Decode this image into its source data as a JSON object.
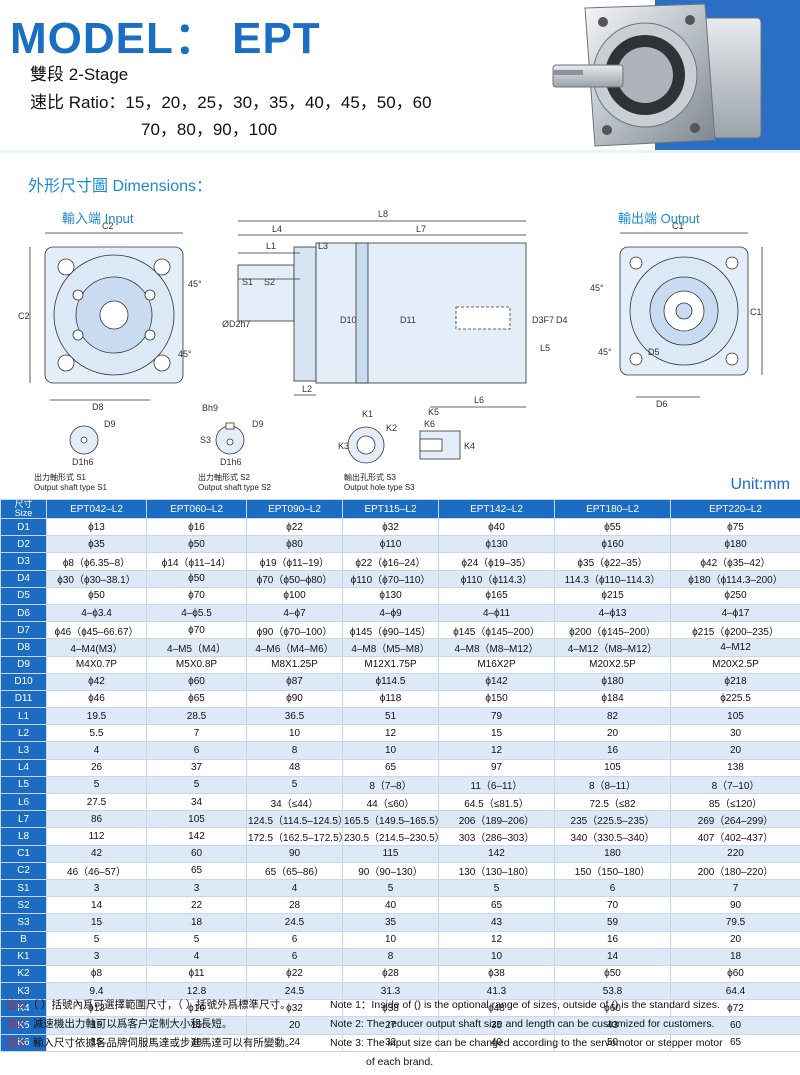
{
  "header": {
    "title": "MODEL： EPT",
    "stage": "雙段 2-Stage",
    "ratio_line1": "速比 Ratio：15，20，25，30，35，40，45，50，60",
    "ratio_line2": "70，80，90，100"
  },
  "dimensions": {
    "title": "外形尺寸圖 Dimensions：",
    "input_label": "輸入端 Input",
    "output_label": "輸出端 Output",
    "dim_labels": {
      "c2": "C2",
      "c1": "C1",
      "l8": "L8",
      "l4": "L4",
      "l7": "L7",
      "l1": "L1",
      "l3": "L3",
      "s1": "S1",
      "s2": "S2",
      "d2": "ØD2h7",
      "d10": "D10",
      "d11": "D11",
      "d3": "D3F7",
      "d4": "D4",
      "l5": "L5",
      "l2": "L2",
      "l6": "L6",
      "d8": "D8",
      "d6": "D6",
      "d5": "D5",
      "a45": "45°",
      "d9": "D9",
      "d1": "D1h6",
      "b": "Bh9",
      "s3": "S3",
      "k1": "K1",
      "k2": "K2",
      "k3": "K3",
      "k4": "K4",
      "k5": "K5",
      "k6": "K6"
    },
    "captions": {
      "s1_cn": "出力軸形式 S1",
      "s1_en": "Output shaft type S1",
      "s2_cn": "出力軸形式 S2",
      "s2_en": "Output shaft type S2",
      "s3_cn": "輸出孔形式 S3",
      "s3_en": "Output hole type S3"
    },
    "unit": "Unit:mm"
  },
  "table": {
    "size_header_cn": "尺寸",
    "size_header_en": "Size",
    "models": [
      "EPT042–L2",
      "EPT060–L2",
      "EPT090–L2",
      "EPT115–L2",
      "EPT142–L2",
      "EPT180–L2",
      "EPT220–L2"
    ],
    "rows": [
      {
        "label": "D1",
        "values": [
          "ϕ13",
          "ϕ16",
          "ϕ22",
          "ϕ32",
          "ϕ40",
          "ϕ55",
          "ϕ75"
        ]
      },
      {
        "label": "D2",
        "values": [
          "ϕ35",
          "ϕ50",
          "ϕ80",
          "ϕ110",
          "ϕ130",
          "ϕ160",
          "ϕ180"
        ]
      },
      {
        "label": "D3",
        "values": [
          "ϕ8（ϕ6.35–8）",
          "ϕ14（ϕ11–14）",
          "ϕ19（ϕ11–19）",
          "ϕ22（ϕ16–24）",
          "ϕ24（ϕ19–35）",
          "ϕ35（ϕ22–35）",
          "ϕ42（ϕ35–42）"
        ]
      },
      {
        "label": "D4",
        "values": [
          "ϕ30（ϕ30–38.1）",
          "ϕ50",
          "ϕ70（ϕ50–ϕ80）",
          "ϕ110（ϕ70–110）",
          "ϕ110（ϕ114.3）",
          "114.3（ϕ110–114.3）",
          "ϕ180（ϕ114.3–200）"
        ]
      },
      {
        "label": "D5",
        "values": [
          "ϕ50",
          "ϕ70",
          "ϕ100",
          "ϕ130",
          "ϕ165",
          "ϕ215",
          "ϕ250"
        ]
      },
      {
        "label": "D6",
        "values": [
          "4–ϕ3.4",
          "4–ϕ5.5",
          "4–ϕ7",
          "4–ϕ9",
          "4–ϕ11",
          "4–ϕ13",
          "4–ϕ17"
        ]
      },
      {
        "label": "D7",
        "values": [
          "ϕ46（ϕ45–66.67）",
          "ϕ70",
          "ϕ90（ϕ70–100）",
          "ϕ145（ϕ90–145）",
          "ϕ145（ϕ145–200）",
          "ϕ200（ϕ145–200）",
          "ϕ215（ϕ200–235）"
        ]
      },
      {
        "label": "D8",
        "values": [
          "4–M4(M3）",
          "4–M5（M4）",
          "4–M6（M4–M6）",
          "4–M8（M5–M8）",
          "4–M8（M8–M12）",
          "4–M12（M8–M12）",
          "4–M12"
        ]
      },
      {
        "label": "D9",
        "values": [
          "M4X0.7P",
          "M5X0.8P",
          "M8X1.25P",
          "M12X1.75P",
          "M16X2P",
          "M20X2.5P",
          "M20X2.5P"
        ]
      },
      {
        "label": "D10",
        "values": [
          "ϕ42",
          "ϕ60",
          "ϕ87",
          "ϕ114.5",
          "ϕ142",
          "ϕ180",
          "ϕ218"
        ]
      },
      {
        "label": "D11",
        "values": [
          "ϕ46",
          "ϕ65",
          "ϕ90",
          "ϕ118",
          "ϕ150",
          "ϕ184",
          "ϕ225.5"
        ]
      },
      {
        "label": "L1",
        "values": [
          "19.5",
          "28.5",
          "36.5",
          "51",
          "79",
          "82",
          "105"
        ]
      },
      {
        "label": "L2",
        "values": [
          "5.5",
          "7",
          "10",
          "12",
          "15",
          "20",
          "30"
        ]
      },
      {
        "label": "L3",
        "values": [
          "4",
          "6",
          "8",
          "10",
          "12",
          "16",
          "20"
        ]
      },
      {
        "label": "L4",
        "values": [
          "26",
          "37",
          "48",
          "65",
          "97",
          "105",
          "138"
        ]
      },
      {
        "label": "L5",
        "values": [
          "5",
          "5",
          "5",
          "8（7–8）",
          "11（6–11）",
          "8（8–11）",
          "8（7–10）"
        ]
      },
      {
        "label": "L6",
        "values": [
          "27.5",
          "34",
          "34（≤44）",
          "44（≤60）",
          "64.5（≤81.5）",
          "72.5（≤82",
          "85（≤120）"
        ]
      },
      {
        "label": "L7",
        "values": [
          "86",
          "105",
          "124.5（114.5–124.5）",
          "165.5（149.5–165.5）",
          "206（189–206）",
          "235（225.5–235）",
          "269（264–299）"
        ]
      },
      {
        "label": "L8",
        "values": [
          "112",
          "142",
          "172.5（162.5–172.5）",
          "230.5（214.5–230.5）",
          "303（286–303）",
          "340（330.5–340）",
          "407（402–437）"
        ]
      },
      {
        "label": "C1",
        "values": [
          "42",
          "60",
          "90",
          "115",
          "142",
          "180",
          "220"
        ]
      },
      {
        "label": "C2",
        "values": [
          "46（46–57）",
          "65",
          "65（65–86）",
          "90（90–130）",
          "130（130–180）",
          "150（150–180）",
          "200（180–220）"
        ]
      },
      {
        "label": "S1",
        "values": [
          "3",
          "3",
          "4",
          "5",
          "5",
          "6",
          "7"
        ]
      },
      {
        "label": "S2",
        "values": [
          "14",
          "22",
          "28",
          "40",
          "65",
          "70",
          "90"
        ]
      },
      {
        "label": "S3",
        "values": [
          "15",
          "18",
          "24.5",
          "35",
          "43",
          "59",
          "79.5"
        ]
      },
      {
        "label": "B",
        "values": [
          "5",
          "5",
          "6",
          "10",
          "12",
          "16",
          "20"
        ]
      },
      {
        "label": "K1",
        "values": [
          "3",
          "4",
          "6",
          "8",
          "10",
          "14",
          "18"
        ]
      },
      {
        "label": "K2",
        "values": [
          "ϕ8",
          "ϕ11",
          "ϕ22",
          "ϕ28",
          "ϕ38",
          "ϕ50",
          "ϕ60"
        ]
      },
      {
        "label": "K3",
        "values": [
          "9.4",
          "12.8",
          "24.5",
          "31.3",
          "41.3",
          "53.8",
          "64.4"
        ]
      },
      {
        "label": "K4",
        "values": [
          "ϕ13",
          "ϕ16",
          "ϕ32",
          "ϕ38",
          "ϕ48",
          "ϕ60",
          "ϕ72"
        ]
      },
      {
        "label": "K5",
        "values": [
          "15",
          "15",
          "20",
          "27",
          "35",
          "43",
          "60"
        ]
      },
      {
        "label": "K6",
        "values": [
          "15",
          "18",
          "24",
          "32",
          "40",
          "50",
          "65"
        ]
      }
    ]
  },
  "notes": {
    "cn": [
      {
        "marker": "注1：",
        "text": "（ ）括號內爲可選擇範圍尺寸，（ ）括號外爲標準尺寸。"
      },
      {
        "marker": "注2：",
        "text": "減速機出力軸可以爲客户定制大小和長短。"
      },
      {
        "marker": "注3：",
        "text": "輸入尺寸依據各品牌伺服馬達或步進馬達可以有所變動。"
      }
    ],
    "en": [
      "Note 1：Inside of () is the optional range of sizes, outside of () is the standard sizes.",
      "Note 2: The reducer output shaft size and length can be customized for customers.",
      "Note 3: The input size can be changed according to the servomotor or stepper motor",
      "of each brand."
    ]
  },
  "colors": {
    "brand_blue": "#1c6cc4",
    "title_blue": "#1a6fc2",
    "label_blue": "#1a8ad0",
    "row_stripe": "#dde9f7",
    "note_red": "#d21f1f"
  }
}
